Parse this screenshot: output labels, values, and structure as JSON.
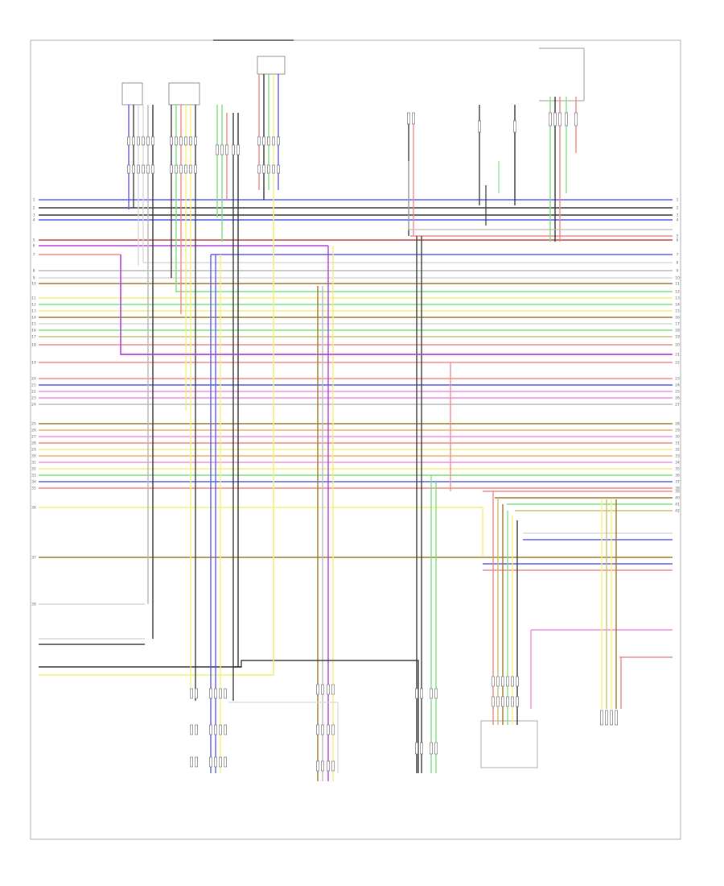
{
  "diagram": {
    "page_marker": "",
    "colors": {
      "blk": "#3a3a3a",
      "wht": "#d8d8d8",
      "blu": "#5a5af0",
      "grn": "#7ee07e",
      "red": "#f08a8a",
      "yel": "#f4f07a",
      "vio": "#b040d8",
      "brn": "#9a7a2a",
      "gry": "#b8b8b8",
      "pnk": "#f090e0",
      "org": "#f0b070",
      "blkred": "#c04a4a",
      "ylwblk": "#c8c070"
    },
    "left_pin_numbers": [
      "1",
      "2",
      "3",
      "4",
      "5",
      "6",
      "7",
      "8",
      "9",
      "10",
      "11",
      "12",
      "13",
      "14",
      "15",
      "16",
      "17",
      "18",
      "19",
      "20",
      "21",
      "22",
      "23",
      "24",
      "25",
      "26",
      "27",
      "28",
      "29",
      "30",
      "31",
      "32",
      "33",
      "34",
      "35",
      "36",
      "37",
      "38"
    ],
    "right_pin_numbers": [
      "1",
      "2",
      "3",
      "4",
      "5",
      "6",
      "7",
      "8",
      "9",
      "10",
      "11",
      "12",
      "13",
      "14",
      "15",
      "16",
      "17",
      "18",
      "19",
      "20",
      "21",
      "22",
      "23",
      "24",
      "25",
      "26",
      "27",
      "28",
      "29",
      "30",
      "31",
      "32",
      "33",
      "34",
      "35",
      "36",
      "37",
      "38",
      "39",
      "40",
      "41",
      "42"
    ]
  }
}
